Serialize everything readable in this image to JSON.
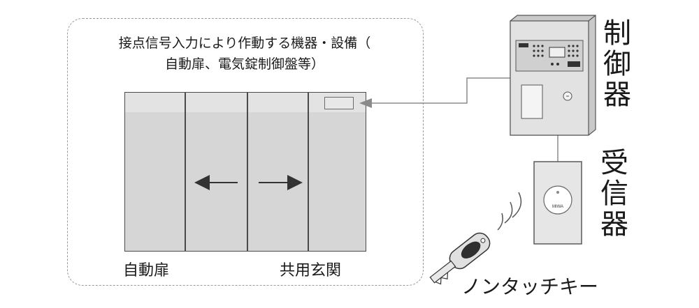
{
  "equipment_caption_line1": "接点信号入力により作動する機器・設備（",
  "equipment_caption_line2": "自動扉、電気錠制御盤等）",
  "label_auto_door": "自動扉",
  "label_entrance": "共用玄関",
  "label_controller": [
    "制",
    "御",
    "器"
  ],
  "label_receiver": [
    "受",
    "信",
    "器"
  ],
  "label_key": "ノンタッチキー",
  "receiver_brand": "MIWA",
  "colors": {
    "door_fill": "#d6d6d6",
    "outline": "#4a4a4a",
    "frame": "#9a9a9a"
  }
}
